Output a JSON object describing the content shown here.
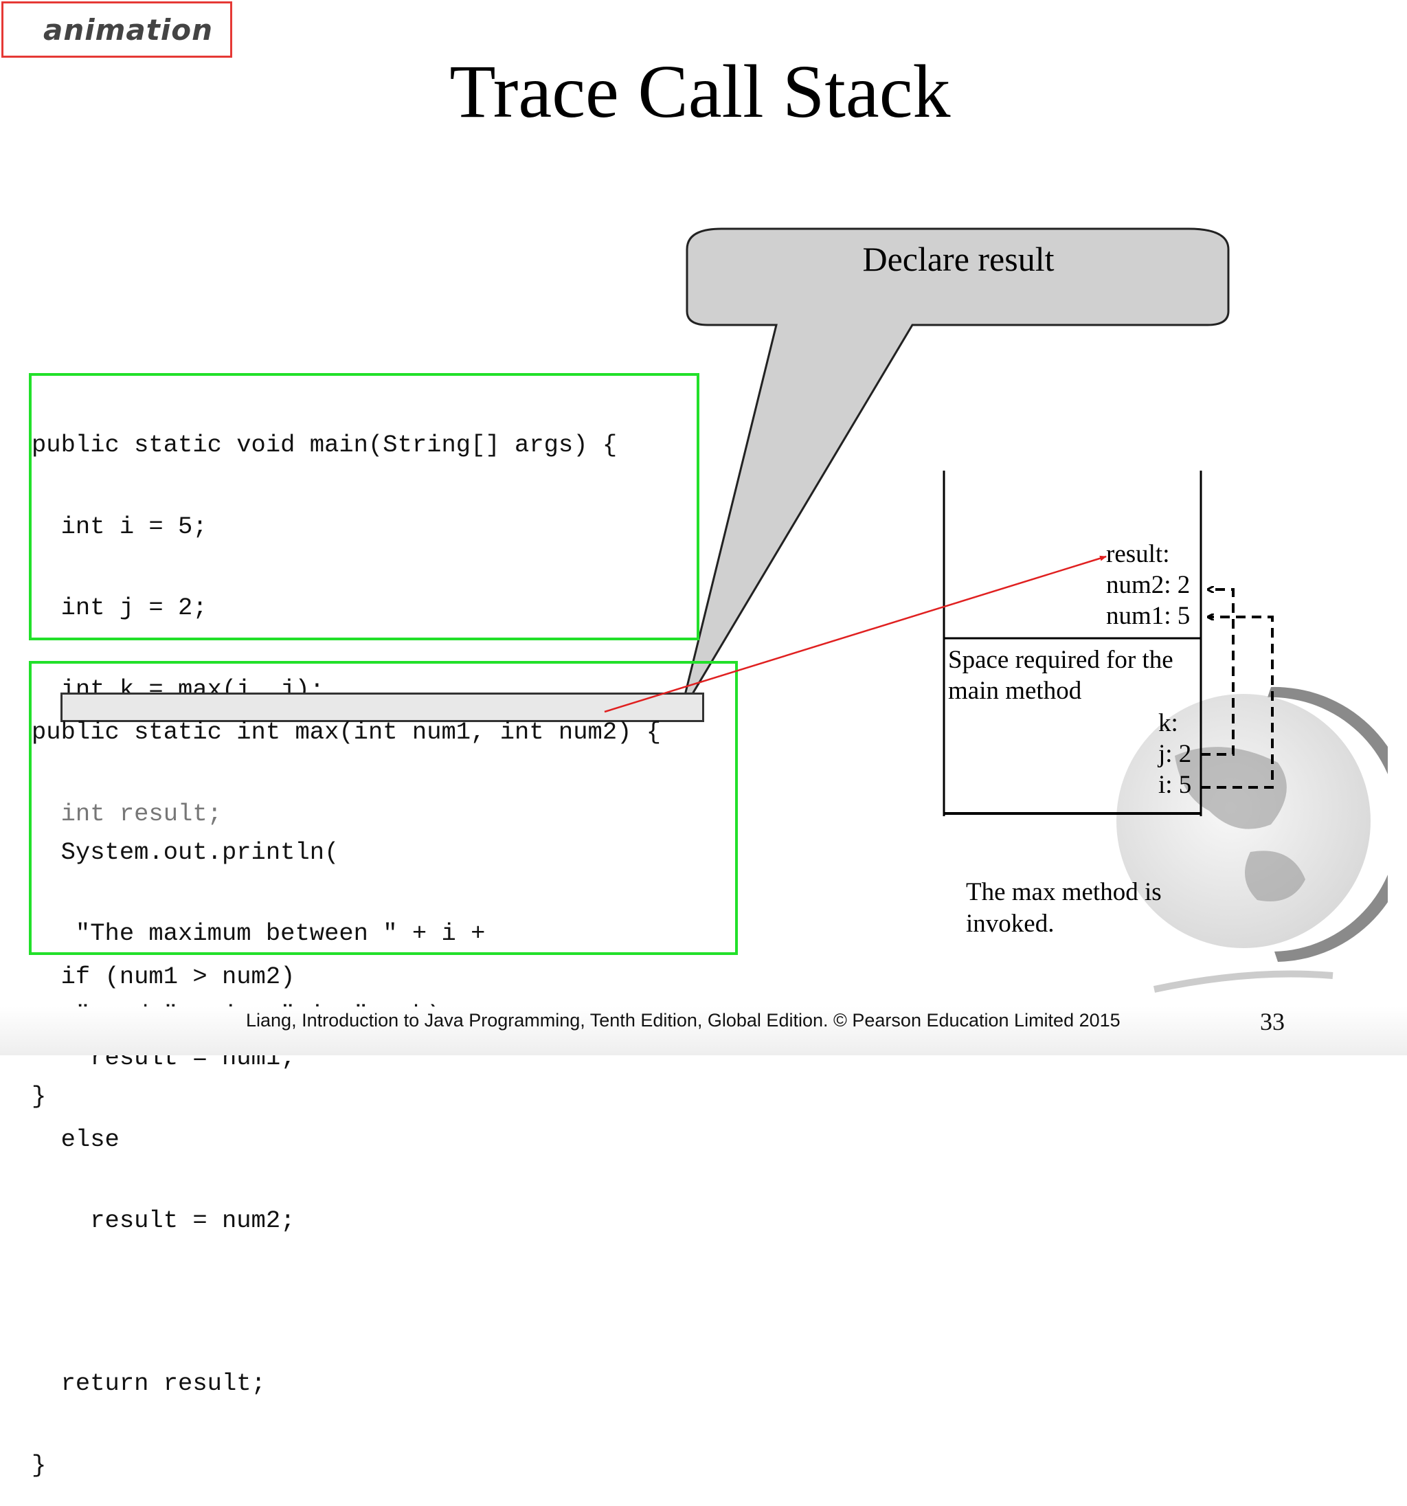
{
  "badge": {
    "label": "animation"
  },
  "slide": {
    "title": "Trace Call Stack",
    "page_number": "33"
  },
  "callout": {
    "text": "Declare result"
  },
  "main_method": {
    "lines": [
      "public static void main(String[] args) {",
      "  int i = 5;",
      "  int j = 2;",
      "  int k = max(i, j);",
      "",
      "  System.out.println(",
      "   \"The maximum between \" + i +",
      "   \" and \" + j + \" is \" + k);",
      "}"
    ]
  },
  "max_method": {
    "header": "public static int max(int num1, int num2) {",
    "highlighted_line": "  int result;",
    "lines": [
      "",
      "  if (num1 > num2)",
      "    result = num1;",
      "  else",
      "    result = num2;",
      "",
      "  return result;",
      "}"
    ]
  },
  "stack": {
    "max_frame": {
      "result": "result:",
      "num2": "num2: 2",
      "num1": "num1: 5"
    },
    "main_frame": {
      "label_line1": "Space required for the",
      "label_line2": "main method",
      "k": "k:",
      "j": "j: 2",
      "i": "i: 5"
    }
  },
  "caption": {
    "line1": "The max method is",
    "line2": "invoked."
  },
  "footer": {
    "text": "Liang, Introduction to Java Programming, Tenth Edition, Global Edition. © Pearson Education Limited 2015"
  },
  "colors": {
    "code_border": "#22e02a",
    "badge_border": "#e53935",
    "arrow_red": "#e02020",
    "callout_fill": "#d0d0d0"
  }
}
